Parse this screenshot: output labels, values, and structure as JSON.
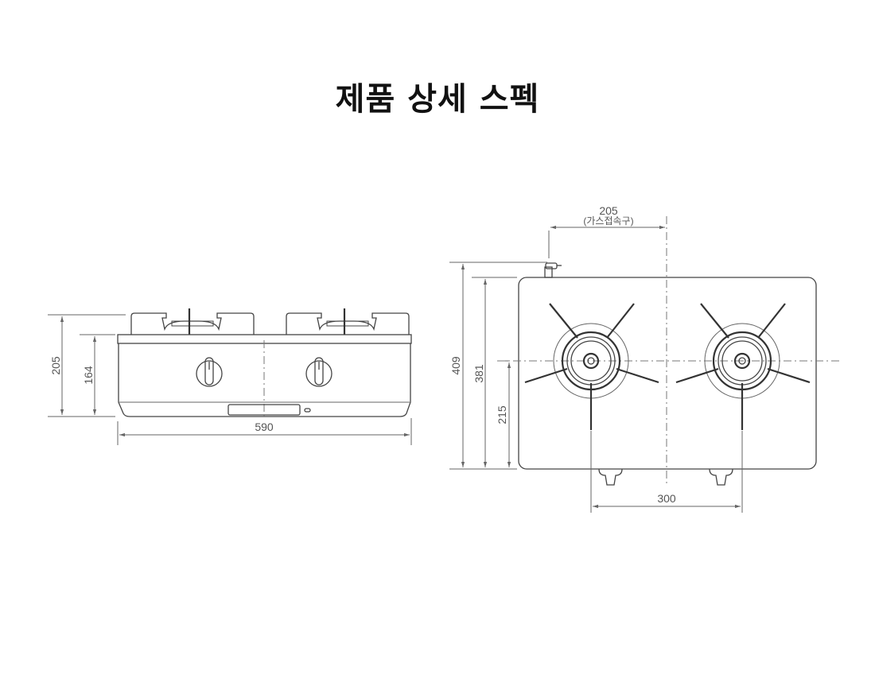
{
  "title": "제품 상세 스펙",
  "front_view": {
    "dim_total_height": "205",
    "dim_body_height": "164",
    "dim_width": "590"
  },
  "top_view": {
    "dim_gas_connector": "205",
    "dim_gas_connector_label": "(가스접속구)",
    "dim_total_depth": "409",
    "dim_body_depth": "381",
    "dim_burner_center": "215",
    "dim_burner_spacing": "300"
  }
}
